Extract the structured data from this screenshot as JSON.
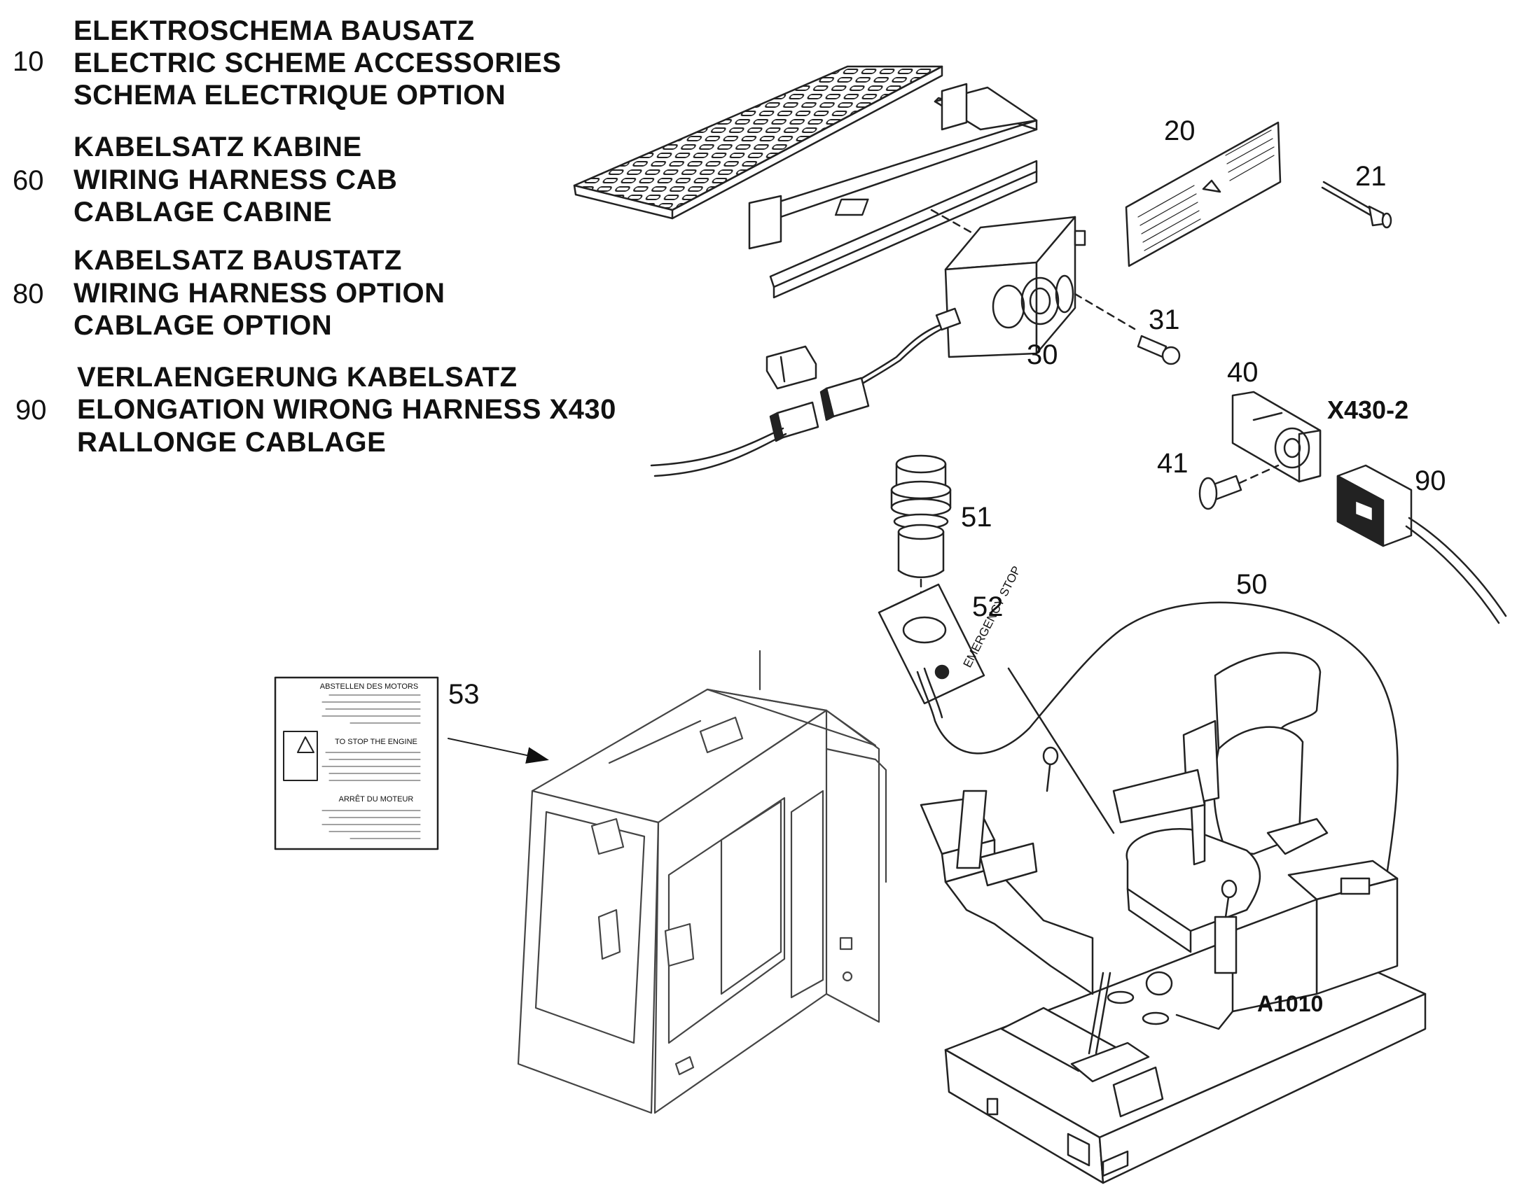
{
  "legend": [
    {
      "num": "10",
      "lines": [
        "ELEKTROSCHEMA BAUSATZ",
        "ELECTRIC SCHEME ACCESSORIES",
        "SCHEMA ELECTRIQUE OPTION"
      ]
    },
    {
      "num": "60",
      "lines": [
        "KABELSATZ KABINE",
        "WIRING HARNESS CAB",
        "CABLAGE CABINE"
      ]
    },
    {
      "num": "80",
      "lines": [
        "KABELSATZ BAUSTATZ",
        "WIRING HARNESS OPTION",
        "CABLAGE OPTION"
      ]
    },
    {
      "num": "90",
      "lines": [
        "VERLAENGERUNG KABELSATZ",
        "ELONGATION WIRONG HARNESS X430",
        "RALLONGE CABLAGE"
      ]
    }
  ],
  "callouts": {
    "c20": "20",
    "c21": "21",
    "c30": "30",
    "c31": "31",
    "c40": "40",
    "c41": "41",
    "c50": "50",
    "c51": "51",
    "c52": "52",
    "c53": "53",
    "c90": "90",
    "x430": "X430-2",
    "a1010": "A1010"
  },
  "label53": {
    "title_de": "ABSTELLEN DES MOTORS",
    "title_en": "TO STOP THE ENGINE",
    "title_fr": "ARRÊT DU MOTEUR"
  },
  "label52_text": "EMERGENCY STOP"
}
